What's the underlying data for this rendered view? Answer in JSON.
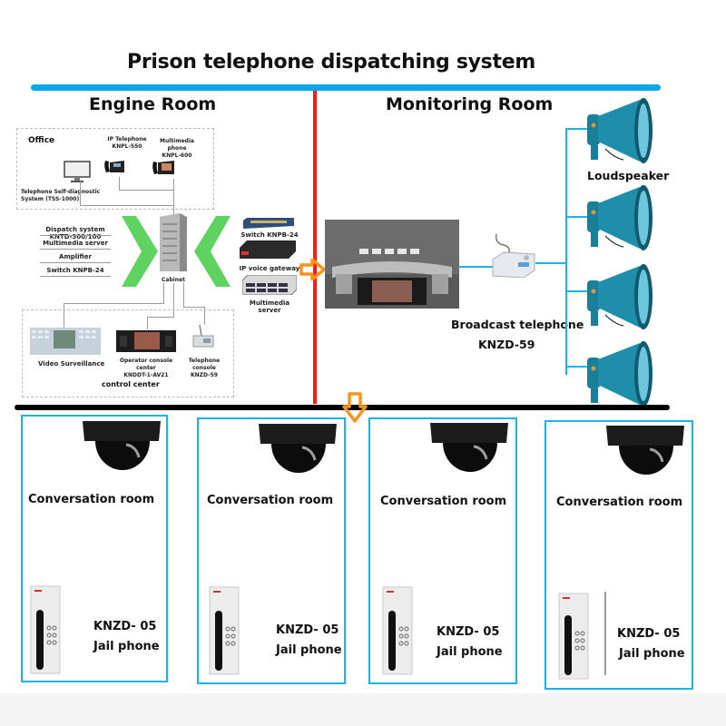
{
  "title": "Prison telephone dispatching system",
  "sections": {
    "engine_room": "Engine Room",
    "monitoring_room": "Monitoring Room"
  },
  "office": {
    "label": "Office",
    "ip_telephone": {
      "name": "IP Telephone",
      "model": "KNPL-550"
    },
    "multimedia_phone": {
      "name": "Multimedia phone",
      "model": "KNPL-600"
    },
    "self_diagnostic": {
      "line1": "Telephone Self-diagnostic",
      "line2": "System (TSS-1000)"
    }
  },
  "cabinet": {
    "label": "Cabinet",
    "left_items": [
      "Dispatch system KNTD-300/100",
      "Multimedia server",
      "Amplifier",
      "Switch KNPB-24"
    ],
    "right_items": [
      "Switch KNPB-24",
      "IP voice gateway",
      "Multimedia server"
    ]
  },
  "control_center": {
    "label": "control center",
    "video_surveillance": "Video Surveillance",
    "operator_console": {
      "name": "Operator console center",
      "model": "KNDDT-1-AV21"
    },
    "telephone_console": {
      "name": "Telephone console",
      "model": "KNZD-59"
    }
  },
  "monitoring": {
    "broadcast_telephone": {
      "name": "Broadcast telephone",
      "model": "KNZD-59"
    },
    "loudspeaker_label": "Loudspeaker",
    "loudspeaker_count": 4
  },
  "rooms": [
    {
      "label": "Conversation room",
      "model": "KNZD- 05",
      "device": "Jail phone"
    },
    {
      "label": "Conversation room",
      "model": "KNZD- 05",
      "device": "Jail phone"
    },
    {
      "label": "Conversation room",
      "model": "KNZD- 05",
      "device": "Jail phone"
    },
    {
      "label": "Conversation room",
      "model": "KNZD- 05",
      "device": "Jail phone"
    }
  ],
  "colors": {
    "accent_blue": "#0aa7e6",
    "divider_red": "#ff1a1a",
    "arrow_orange": "#f7941d",
    "chevron_green": "#5fd35f",
    "speaker_teal": "#1a8aa5"
  }
}
